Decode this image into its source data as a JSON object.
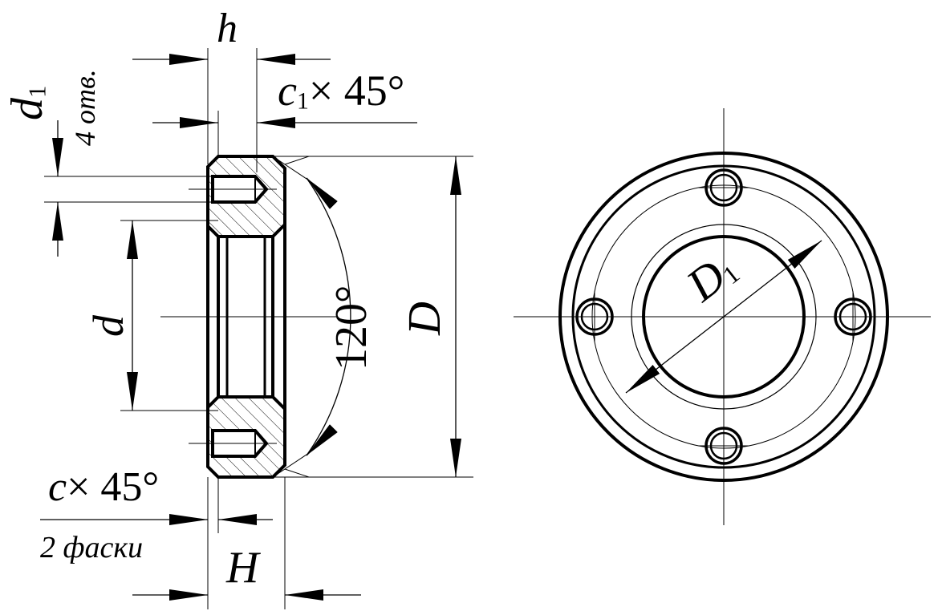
{
  "labels": {
    "h": "h",
    "d1_main": "d",
    "d1_sub": "1",
    "d1_note": "4 отв.",
    "c1_main": "c",
    "c1_sub": "1",
    "c1_rest": "× 45°",
    "d": "d",
    "angle": "120°",
    "D": "D",
    "c_main": "c",
    "c_rest": "× 45°",
    "c_note": "2 фаски",
    "H": "H",
    "D1_main": "D",
    "D1_sub": "1"
  },
  "colors": {
    "line": "#000000",
    "background": "#ffffff"
  }
}
